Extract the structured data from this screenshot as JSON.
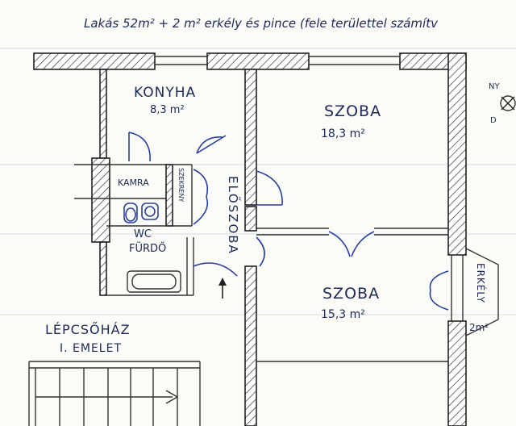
{
  "header": {
    "note": "Lakás 52m² + 2 m² erkély és pince (fele területtel számítv"
  },
  "rooms": {
    "kitchen": {
      "name": "KONYHA",
      "area": "8,3 m²"
    },
    "room_top": {
      "name": "SZOBA",
      "area": "18,3 m²"
    },
    "room_bottom": {
      "name": "SZOBA",
      "area": "15,3 m²"
    },
    "pantry": {
      "name": "KAMRA"
    },
    "closet": {
      "name": "SZEKRÉNY"
    },
    "hall": {
      "name": "ELŐSZOBA"
    },
    "bath": {
      "name_line1": "WC",
      "name_line2": "FÜRDŐ"
    },
    "balcony": {
      "name": "ERKÉLY",
      "area": "2m²"
    }
  },
  "stairs": {
    "line1": "LÉPCSŐHÁZ",
    "line2": "I. EMELET"
  },
  "compass": {
    "label_top": "NY",
    "label_bottom": "D"
  },
  "colors": {
    "ink": "#1d2a55",
    "door_ink": "#2a3f9e",
    "wall_stroke": "#222222"
  }
}
